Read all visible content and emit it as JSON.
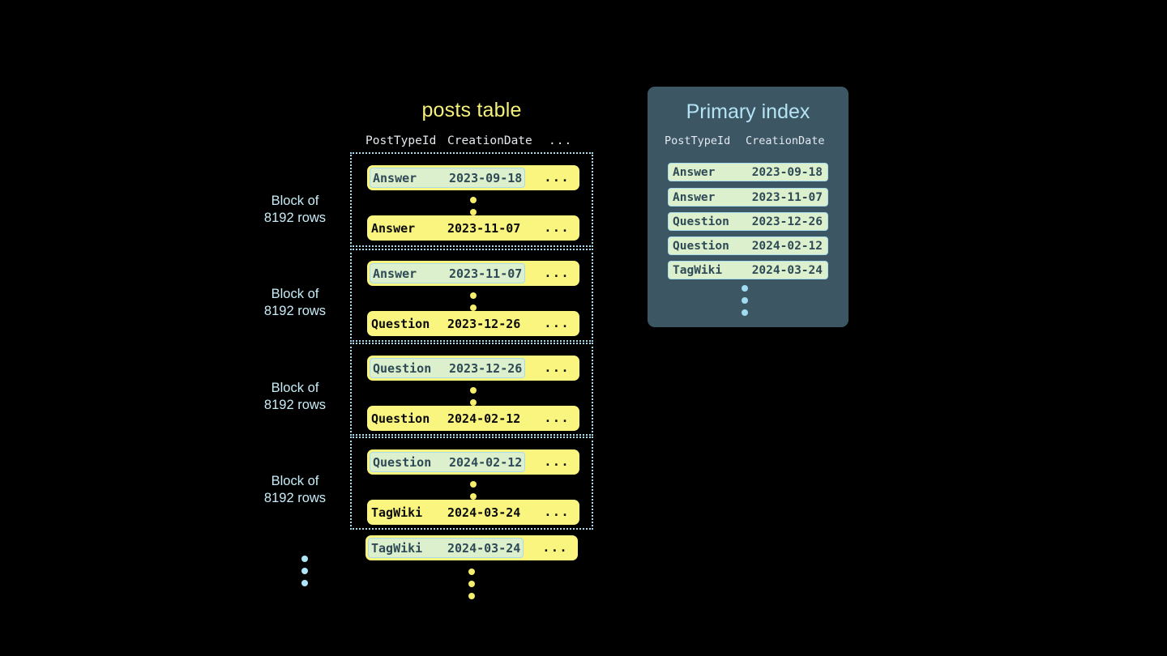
{
  "diagram": {
    "background_color": "#000000",
    "accent_yellow": "#f9f57e",
    "accent_cyan": "#aee6f7",
    "panel_color": "#3c5664",
    "highlight_color": "#ddf0cd"
  },
  "posts_table": {
    "title": "posts table",
    "columns": {
      "post_type_id": "PostTypeId",
      "creation_date": "CreationDate",
      "more": "..."
    },
    "blocks": [
      {
        "label_line1": "Block of",
        "label_line2": "8192 rows",
        "first_row": {
          "type": "Answer",
          "date": "2023-09-18",
          "more": "...",
          "highlighted": true
        },
        "last_row": {
          "type": "Answer",
          "date": "2023-11-07",
          "more": "...",
          "highlighted": false
        }
      },
      {
        "label_line1": "Block of",
        "label_line2": "8192 rows",
        "first_row": {
          "type": "Answer",
          "date": "2023-11-07",
          "more": "...",
          "highlighted": true
        },
        "last_row": {
          "type": "Question",
          "date": "2023-12-26",
          "more": "...",
          "highlighted": false
        }
      },
      {
        "label_line1": "Block of",
        "label_line2": "8192 rows",
        "first_row": {
          "type": "Question",
          "date": "2023-12-26",
          "more": "...",
          "highlighted": true
        },
        "last_row": {
          "type": "Question",
          "date": "2024-02-12",
          "more": "...",
          "highlighted": false
        }
      },
      {
        "label_line1": "Block of",
        "label_line2": "8192 rows",
        "first_row": {
          "type": "Question",
          "date": "2024-02-12",
          "more": "...",
          "highlighted": true
        },
        "last_row": {
          "type": "TagWiki",
          "date": "2024-03-24",
          "more": "...",
          "highlighted": false
        }
      }
    ],
    "trailing_row": {
      "type": "TagWiki",
      "date": "2024-03-24",
      "more": "...",
      "highlighted": true
    }
  },
  "primary_index": {
    "title": "Primary index",
    "columns": {
      "post_type_id": "PostTypeId",
      "creation_date": "CreationDate"
    },
    "entries": [
      {
        "type": "Answer",
        "date": "2023-09-18"
      },
      {
        "type": "Answer",
        "date": "2023-11-07"
      },
      {
        "type": "Question",
        "date": "2023-12-26"
      },
      {
        "type": "Question",
        "date": "2024-02-12"
      },
      {
        "type": "TagWiki",
        "date": "2024-03-24"
      }
    ]
  }
}
